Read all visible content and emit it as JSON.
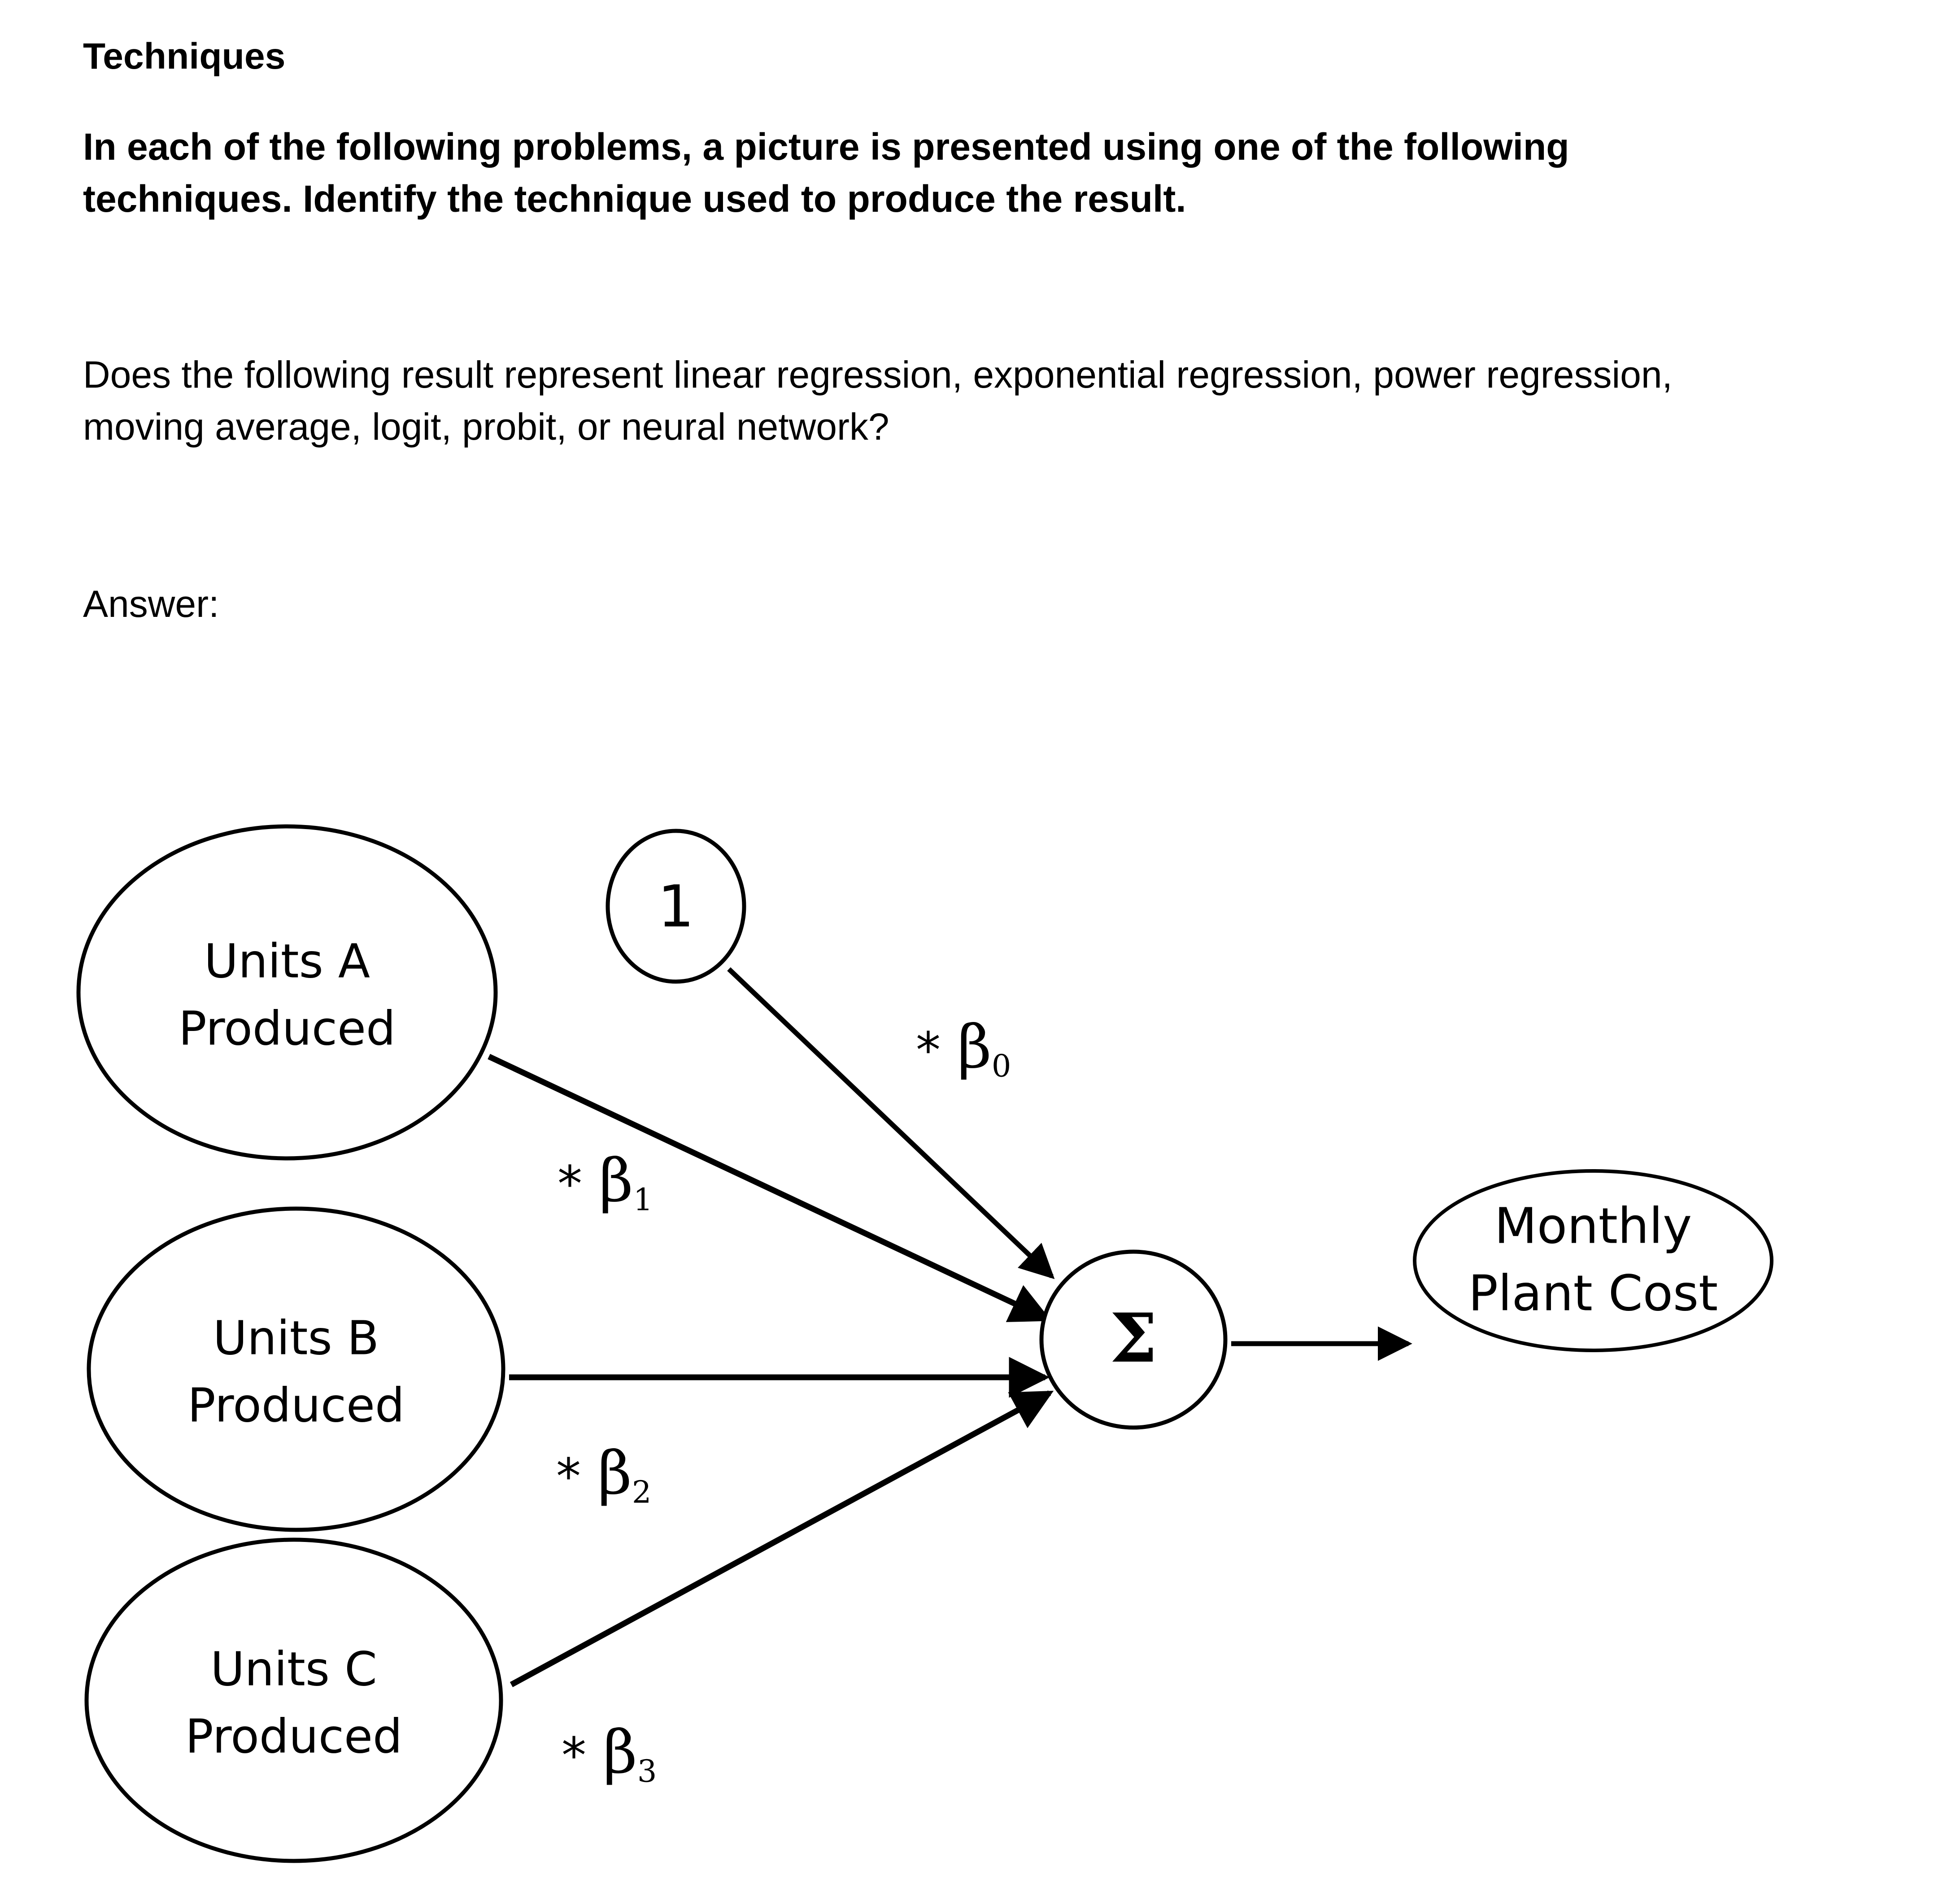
{
  "document": {
    "heading": "Techniques",
    "intro": "In each of the following problems, a picture is presented using one of the following techniques. Identify the technique used to produce the result.",
    "question": "Does the following result represent linear regression, exponential regression, power regression, moving average, logit, probit, or neural network?",
    "answer_label": "Answer:",
    "answer_value": ""
  },
  "diagram": {
    "type": "node-edge-diagram",
    "nodes": [
      {
        "id": "units-a",
        "label_line1": "Units A",
        "label_line2": "Produced",
        "shape": "ellipse"
      },
      {
        "id": "units-b",
        "label_line1": "Units B",
        "label_line2": "Produced",
        "shape": "ellipse"
      },
      {
        "id": "units-c",
        "label_line1": "Units C",
        "label_line2": "Produced",
        "shape": "ellipse"
      },
      {
        "id": "bias",
        "label_line1": "1",
        "shape": "circle"
      },
      {
        "id": "summation",
        "label_line1": "Σ",
        "shape": "circle"
      },
      {
        "id": "output",
        "label_line1": "Monthly",
        "label_line2": "Plant Cost",
        "shape": "ellipse"
      }
    ],
    "edges": [
      {
        "id": "bias-to-sum",
        "from": "bias",
        "to": "summation",
        "weight_star": "*",
        "weight_symbol": "β",
        "weight_subscript": "0"
      },
      {
        "id": "units-a-to-sum",
        "from": "units-a",
        "to": "summation",
        "weight_star": "*",
        "weight_symbol": "β",
        "weight_subscript": "1"
      },
      {
        "id": "units-b-to-sum",
        "from": "units-b",
        "to": "summation",
        "weight_star": "*",
        "weight_symbol": "β",
        "weight_subscript": "2"
      },
      {
        "id": "units-c-to-sum",
        "from": "units-c",
        "to": "summation",
        "weight_star": "*",
        "weight_symbol": "β",
        "weight_subscript": "3"
      },
      {
        "id": "sum-to-output",
        "from": "summation",
        "to": "output",
        "weight_star": "",
        "weight_symbol": "",
        "weight_subscript": ""
      }
    ],
    "colors": {
      "stroke": "#000000",
      "fill": "#ffffff",
      "text": "#000000",
      "background": "#ffffff"
    }
  }
}
